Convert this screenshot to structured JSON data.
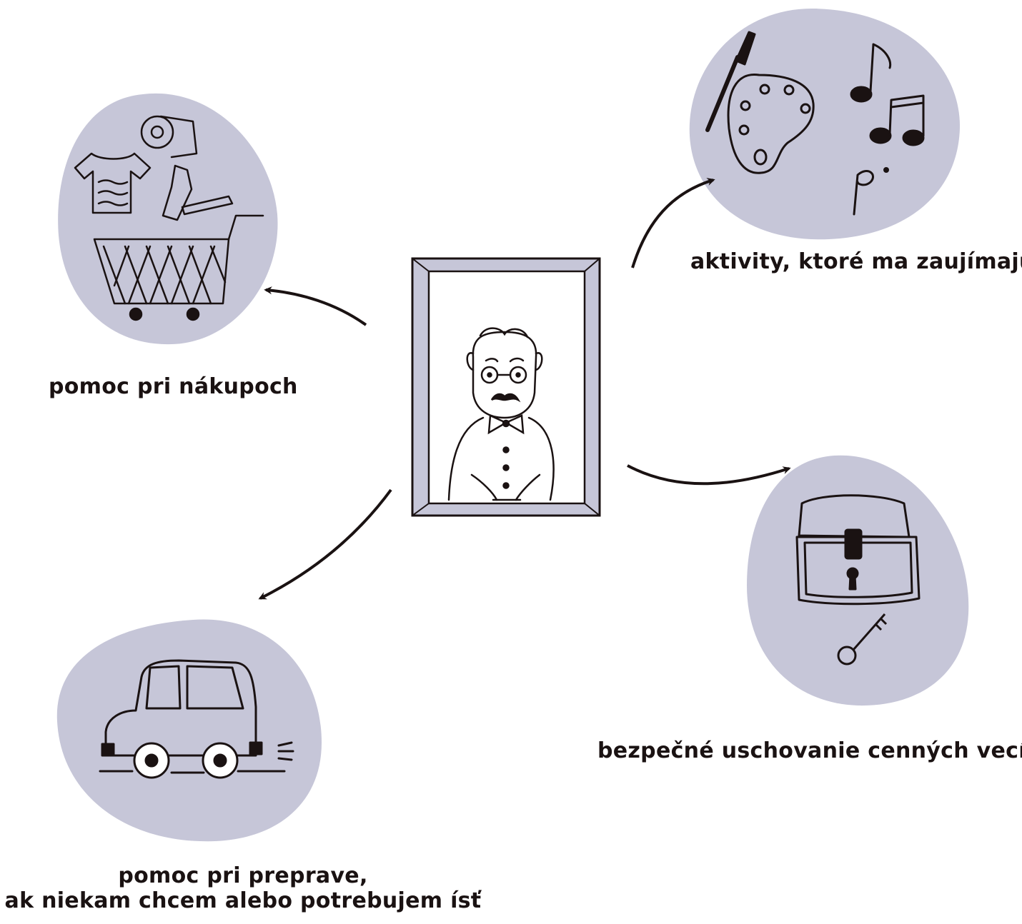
{
  "center": {
    "icon": "framed-portrait-elderly-man"
  },
  "nodes": [
    {
      "id": "shopping",
      "label": "pomoc pri nákupoch",
      "icon": "shopping-cart-icon"
    },
    {
      "id": "activities",
      "label": "aktivity, ktoré ma zaujímajú",
      "icon": "palette-music-icon"
    },
    {
      "id": "valuables",
      "label": "bezpečné uschovanie cenných vecí",
      "icon": "treasure-chest-icon"
    },
    {
      "id": "transport",
      "label_lines": [
        "pomoc pri preprave,",
        "ak niekam chcem alebo potrebujem ísť"
      ],
      "icon": "car-icon"
    }
  ],
  "colors": {
    "blob": "#c6c6d8",
    "ink": "#1a1212",
    "frame_fill": "#c6c6d8"
  }
}
